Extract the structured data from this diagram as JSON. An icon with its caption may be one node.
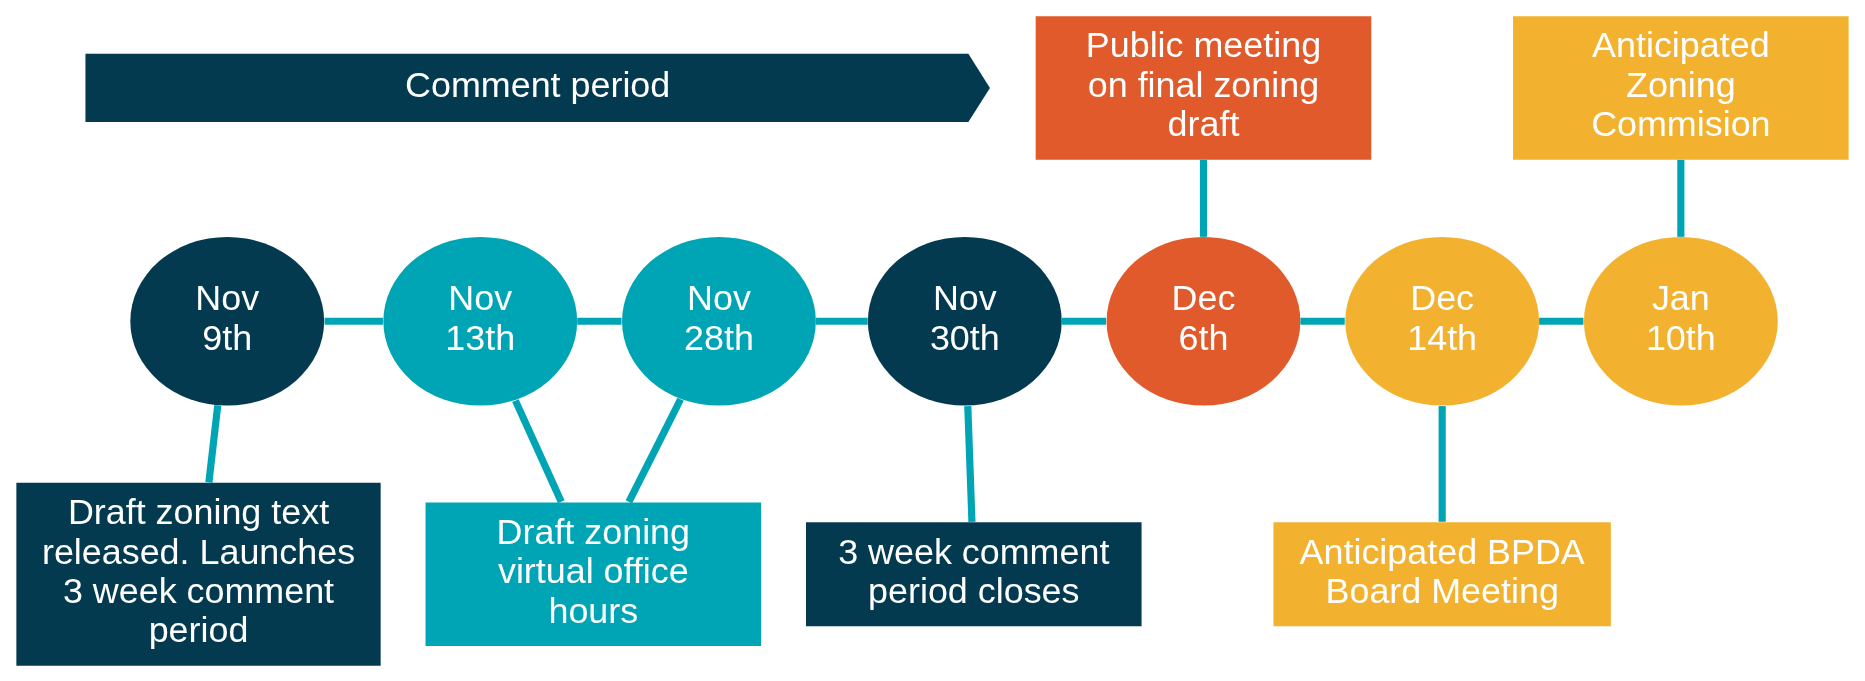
{
  "diagram": {
    "nodes": [
      {
        "text": [
          "Comment period"
        ]
      },
      {
        "text": [
          "Public meeting on final zoning draft"
        ]
      },
      {
        "text": [
          "Anticipated Zoning Commision"
        ]
      },
      {
        "text": [
          "Nov 9th"
        ]
      },
      {
        "text": [
          "Nov 13th"
        ]
      },
      {
        "text": [
          "Nov 28th"
        ]
      },
      {
        "text": [
          "Nov 30th"
        ]
      },
      {
        "text": [
          "Dec 6th"
        ]
      },
      {
        "text": [
          "Dec 14th"
        ]
      },
      {
        "text": [
          "Jan 10th"
        ]
      },
      {
        "text": [
          "Draft zoning text released. Launches 3 week comment period"
        ]
      },
      {
        "text": [
          "Draft zoning virtual office hours"
        ]
      },
      {
        "text": [
          "3 week comment period closes"
        ]
      },
      {
        "text": [
          "Anticipated BPDA Board Meeting"
        ]
      }
    ],
    "edges": [
      {
        "from": 3,
        "to": 4,
        "arrow": "none"
      },
      {
        "from": 4,
        "to": 5,
        "arrow": "none"
      },
      {
        "from": 5,
        "to": 6,
        "arrow": "none"
      },
      {
        "from": 6,
        "to": 7,
        "arrow": "none"
      },
      {
        "from": 7,
        "to": 8,
        "arrow": "none"
      },
      {
        "from": 8,
        "to": 9,
        "arrow": "none"
      },
      {
        "from": 1,
        "to": 7,
        "arrow": "none"
      },
      {
        "from": 2,
        "to": 9,
        "arrow": "none"
      },
      {
        "from": 3,
        "to": 10,
        "arrow": "none"
      },
      {
        "from": 4,
        "to": 11,
        "arrow": "none"
      },
      {
        "from": 5,
        "to": 11,
        "arrow": "none"
      },
      {
        "from": 6,
        "to": 12,
        "arrow": "none"
      },
      {
        "from": 8,
        "to": 13,
        "arrow": "none"
      }
    ]
  }
}
